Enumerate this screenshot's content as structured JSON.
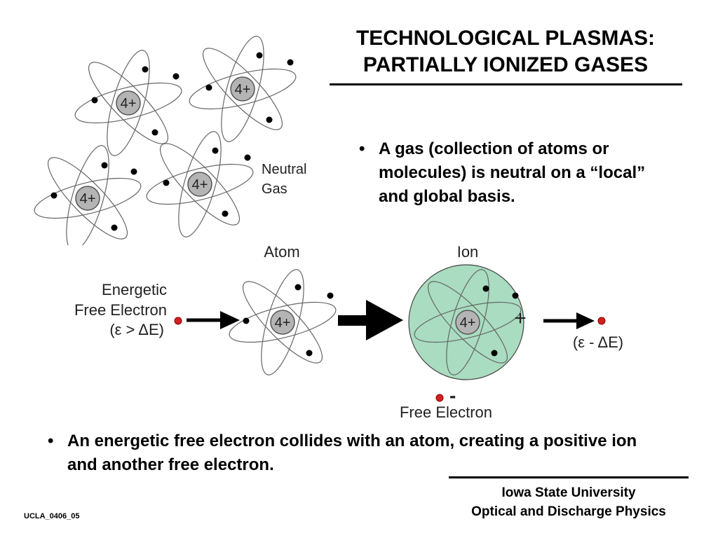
{
  "slide": {
    "title": "TECHNOLOGICAL PLASMAS: PARTIALLY IONIZED GASES",
    "bullets": [
      "A gas (collection of atoms or molecules) is neutral on a “local” and global basis.",
      "An energetic free electron collides with an atom, creating a positive ion and another free electron."
    ],
    "bullet_symbol": "•",
    "footer_line1": "Iowa State University",
    "footer_line2": "Optical and Discharge Physics",
    "slide_code": "UCLA_0406_05"
  },
  "diagram": {
    "nucleus_label": "4+",
    "neutral_gas_line1": "Neutral",
    "neutral_gas_line2": "Gas",
    "atom_label": "Atom",
    "ion_label": "Ion",
    "ion_charge": "+",
    "energetic_line1": "Energetic",
    "energetic_line2": "Free Electron",
    "energy_in": "(ε > ΔE)",
    "energy_out": "(ε - ΔE)",
    "free_electron_charge": "-",
    "free_electron_label": "Free Electron",
    "colors": {
      "ion_fill": "#a9dcc0",
      "nucleus_fill": "#b4b4b4",
      "free_electron": "#d42020",
      "orbit": "#666666"
    }
  }
}
